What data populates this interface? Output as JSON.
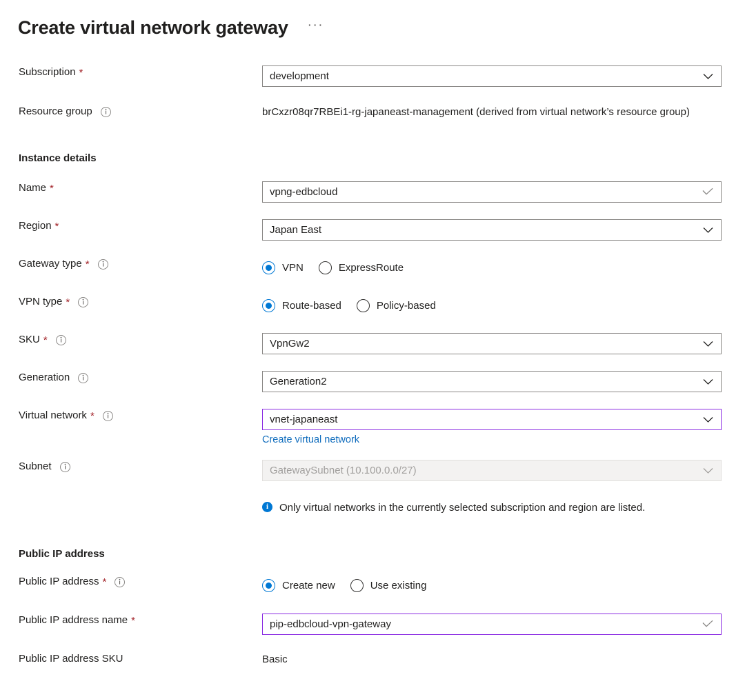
{
  "header": {
    "title": "Create virtual network gateway",
    "more_menu": "···"
  },
  "colors": {
    "accent_blue": "#0078d4",
    "link_blue": "#0f6cbd",
    "required_red": "#a4262c",
    "focus_purple": "#8a2be2",
    "border_gray": "#8a8886",
    "disabled_bg": "#f3f2f1",
    "disabled_text": "#a19f9d",
    "text": "#201f1e"
  },
  "form": {
    "subscription": {
      "label": "Subscription",
      "required": "*",
      "value": "development",
      "control": "dropdown"
    },
    "resource_group": {
      "label": "Resource group",
      "info": "info-icon",
      "value": "brCxzr08qr7RBEi1-rg-japaneast-management (derived from virtual network’s resource group)"
    },
    "instance_details_heading": "Instance details",
    "name": {
      "label": "Name",
      "required": "*",
      "value": "vpng-edbcloud",
      "control": "textbox",
      "validated": true
    },
    "region": {
      "label": "Region",
      "required": "*",
      "value": "Japan East",
      "control": "dropdown"
    },
    "gateway_type": {
      "label": "Gateway type",
      "required": "*",
      "info": "info-icon",
      "options": [
        {
          "label": "VPN",
          "selected": true
        },
        {
          "label": "ExpressRoute",
          "selected": false
        }
      ]
    },
    "vpn_type": {
      "label": "VPN type",
      "required": "*",
      "info": "info-icon",
      "options": [
        {
          "label": "Route-based",
          "selected": true
        },
        {
          "label": "Policy-based",
          "selected": false
        }
      ]
    },
    "sku": {
      "label": "SKU",
      "required": "*",
      "info": "info-icon",
      "value": "VpnGw2",
      "control": "dropdown"
    },
    "generation": {
      "label": "Generation",
      "info": "info-icon",
      "value": "Generation2",
      "control": "dropdown"
    },
    "virtual_network": {
      "label": "Virtual network",
      "required": "*",
      "info": "info-icon",
      "value": "vnet-japaneast",
      "control": "dropdown",
      "focused": true,
      "create_link": "Create virtual network"
    },
    "subnet": {
      "label": "Subnet",
      "info": "info-icon",
      "value": "GatewaySubnet (10.100.0.0/27)",
      "control": "dropdown",
      "disabled": true
    },
    "subnet_note": "Only virtual networks in the currently selected subscription and region are listed.",
    "public_ip_heading": "Public IP address",
    "public_ip_address": {
      "label": "Public IP address",
      "required": "*",
      "info": "info-icon",
      "options": [
        {
          "label": "Create new",
          "selected": true
        },
        {
          "label": "Use existing",
          "selected": false
        }
      ]
    },
    "public_ip_name": {
      "label": "Public IP address name",
      "required": "*",
      "value": "pip-edbcloud-vpn-gateway",
      "control": "textbox",
      "focused": true,
      "validated": true
    },
    "public_ip_sku": {
      "label": "Public IP address SKU",
      "value": "Basic"
    }
  }
}
